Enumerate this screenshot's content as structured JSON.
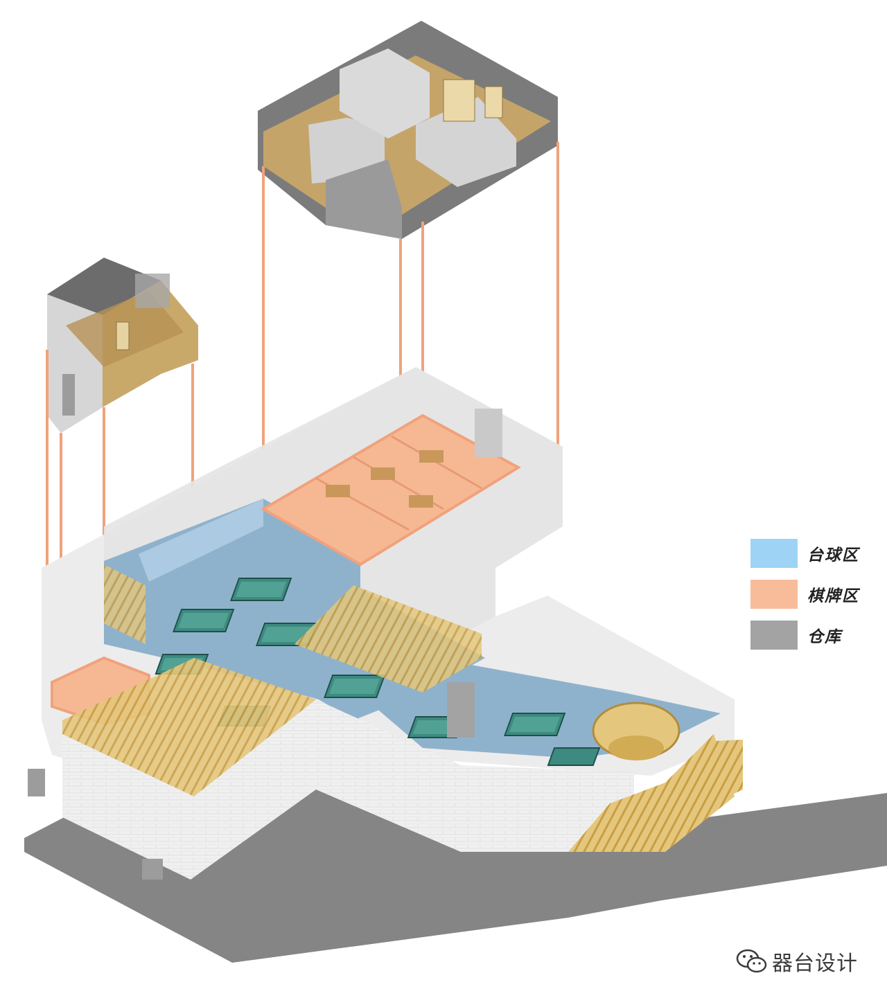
{
  "legend": {
    "items": [
      {
        "label": "台球区",
        "color": "#9ed3f5"
      },
      {
        "label": "棋牌区",
        "color": "#f8bc9b"
      },
      {
        "label": "仓库",
        "color": "#a3a3a3"
      }
    ]
  },
  "watermark": {
    "text": "器台设计",
    "icon": "wechat-icon"
  },
  "colors": {
    "billiards_floor": "#8fb2cc",
    "billiards_table": "#3d8a80",
    "chess_zone": "#f6b893",
    "storage_wall": "#8a8a8a",
    "wood": "#d8b35f",
    "white_wall": "#ebebeb",
    "ground": "#858585",
    "guide_line": "#f0a27c"
  }
}
